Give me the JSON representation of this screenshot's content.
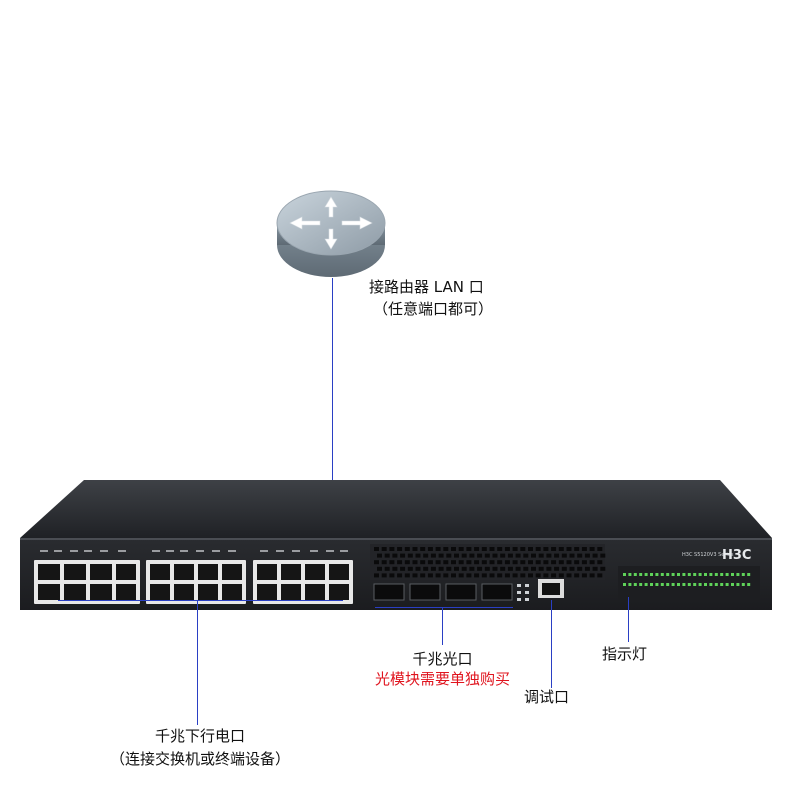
{
  "labels": {
    "router_line1": "接路由器 LAN 口",
    "router_line2": "（任意端口都可）",
    "copper_line1": "千兆下行电口",
    "copper_line2": "（连接交换机或终端设备）",
    "fiber_line1": "千兆光口",
    "fiber_line2": "光模块需要单独购买",
    "console": "调试口",
    "indicator": "指示灯"
  },
  "device": {
    "brand": "H3C",
    "model": "H3C S5120V3 Series"
  },
  "colors": {
    "leader": "#2a3fc4",
    "warning_text": "#e0141e",
    "chassis": "#2b2d31"
  }
}
